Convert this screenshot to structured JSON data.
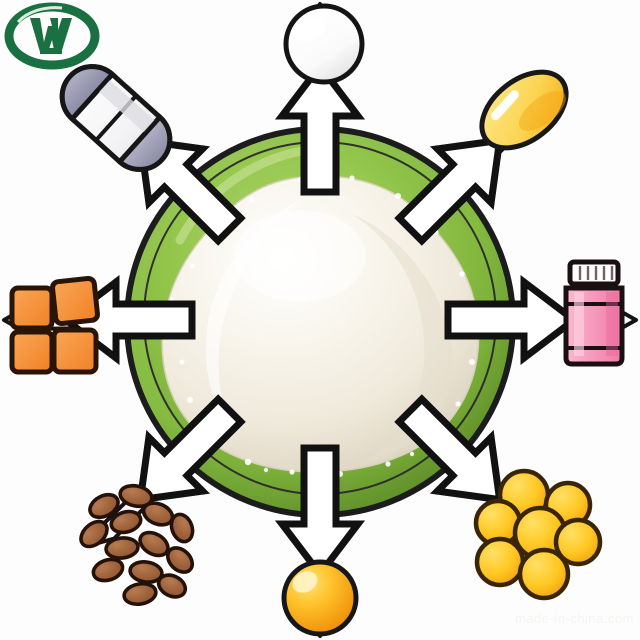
{
  "graphic": {
    "type": "radial-application-diagram",
    "title": "White powder product with radiating application arrows",
    "background_color": "#fdfdfd"
  },
  "logo": {
    "name": "company-logo",
    "shape": "oval-ring-with-stylized-plant-glyph",
    "color": "#1a7040",
    "position": "top-left"
  },
  "center": {
    "name": "product-sample",
    "label": "white powder on green plate",
    "plate": {
      "label": "green round plate",
      "color_light": "#a8d06a",
      "color_mid": "#8cc043",
      "color_dark": "#6f9e33",
      "outline": "#1c1c1c"
    },
    "powder": {
      "label": "white powder mound",
      "color_light": "#fdfcf7",
      "color_mid": "#f2eee2",
      "color_shadow": "#ddd6c4"
    }
  },
  "arrows": {
    "count": 8,
    "style": "white block arrow with black outline",
    "fill": "#ffffff",
    "stroke": "#111111",
    "directions": [
      "up",
      "up-right",
      "right",
      "down-right",
      "down",
      "down-left",
      "left",
      "up-left"
    ]
  },
  "rays": {
    "count": 8,
    "style": "thin white tapered beam with black outline",
    "fill": "#ffffff",
    "stroke": "#111111"
  },
  "items": [
    {
      "id": "tablet",
      "name": "white-tablet-icon",
      "label": "White round tablet",
      "direction": "up",
      "colors": {
        "fill": "#ffffff",
        "shade": "#e4e4e4",
        "stroke": "#141414"
      }
    },
    {
      "id": "softgel",
      "name": "yellow-softgel-icon",
      "label": "Yellow softgel capsule",
      "direction": "up-right",
      "colors": {
        "fill": "#fbe07a",
        "shade": "#f7b72a",
        "stroke": "#181818",
        "highlight": "#ffffff"
      }
    },
    {
      "id": "bottle",
      "name": "pink-medicine-bottle-icon",
      "label": "Pink liquid medicine bottle",
      "direction": "right",
      "colors": {
        "fill": "#f9a3c0",
        "shade": "#f07ba6",
        "cap": "#ffffff",
        "stroke": "#1a1012"
      }
    },
    {
      "id": "pill-cluster",
      "name": "yellow-pill-cluster-icon",
      "label": "Cluster of yellow pills",
      "direction": "down-right",
      "count": 7,
      "colors": {
        "fill": "#ffcf33",
        "shade": "#f2a81e",
        "stroke": "#3a2606"
      }
    },
    {
      "id": "orange-sphere",
      "name": "orange-sphere-icon",
      "label": "Orange coated sphere",
      "direction": "down",
      "colors": {
        "fill": "#ffc528",
        "shade": "#f59a10",
        "stroke": "#171717",
        "highlight": "#fff3c4"
      }
    },
    {
      "id": "seeds",
      "name": "brown-seeds-icon",
      "label": "Pile of brown seeds",
      "direction": "down-left",
      "count": 13,
      "colors": {
        "fill": "#a4643f",
        "shade": "#8a4f31",
        "stroke": "#241209"
      }
    },
    {
      "id": "cubes",
      "name": "orange-cubes-icon",
      "label": "Four orange cubes",
      "direction": "left",
      "count": 4,
      "colors": {
        "fill": "#f79640",
        "shade": "#e5762a",
        "stroke": "#2a1405"
      }
    },
    {
      "id": "capsule",
      "name": "gray-capsule-icon",
      "label": "White and gray two-piece capsule",
      "direction": "up-left",
      "colors": {
        "fill": "#fbfbfb",
        "shade": "#e9e9ec",
        "cap": "#9b9cb4",
        "stroke": "#161616"
      }
    }
  ],
  "watermark": {
    "name": "corner-watermark",
    "text": "made-in-china.com"
  }
}
